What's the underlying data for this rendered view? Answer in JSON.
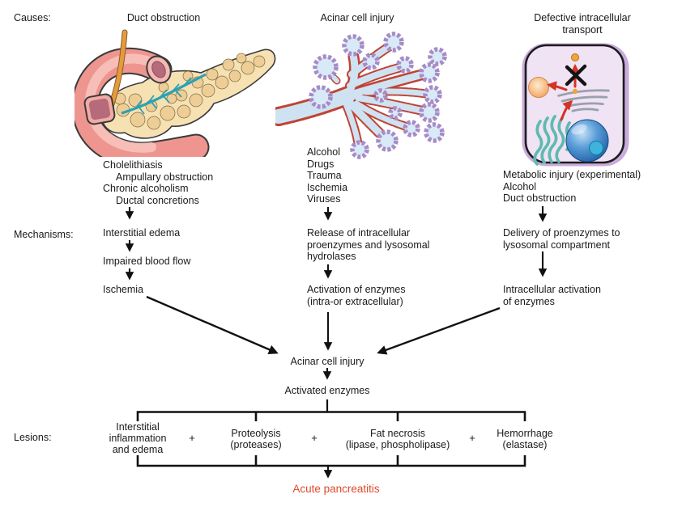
{
  "row_labels": {
    "causes": "Causes:",
    "mechanisms": "Mechanisms:",
    "lesions": "Lesions:"
  },
  "col1": {
    "heading": "Duct obstruction",
    "causes": [
      "Cholelithiasis",
      "Ampullary obstruction",
      "Chronic alcoholism",
      "Ductal concretions"
    ],
    "step1": "Interstitial edema",
    "step2": "Impaired blood flow",
    "step3": "Ischemia"
  },
  "col2": {
    "heading": "Acinar cell injury",
    "causes": [
      "Alcohol",
      "Drugs",
      "Trauma",
      "Ischemia",
      "Viruses"
    ],
    "step1_lines": [
      "Release of intracellular",
      "proenzymes and lysosomal",
      "hydrolases"
    ],
    "step2_lines": [
      "Activation of enzymes",
      "(intra-or extracellular)"
    ]
  },
  "col3": {
    "heading_lines": [
      "Defective intracellular",
      "transport"
    ],
    "causes": [
      "Metabolic injury (experimental)",
      "Alcohol",
      "Duct obstruction"
    ],
    "step1_lines": [
      "Delivery of proenzymes to",
      "lysosomal compartment"
    ],
    "step2_lines": [
      "Intracellular activation",
      "of enzymes"
    ]
  },
  "center": {
    "node1": "Acinar cell injury",
    "node2": "Activated enzymes"
  },
  "lesions": {
    "plus": "+",
    "items": [
      {
        "lines": [
          "Interstitial",
          "inflammation",
          "and edema"
        ]
      },
      {
        "lines": [
          "Proteolysis",
          "(proteases)"
        ]
      },
      {
        "lines": [
          "Fat necrosis",
          "(lipase, phospholipase)"
        ]
      },
      {
        "lines": [
          "Hemorrhage",
          "(elastase)"
        ]
      }
    ]
  },
  "outcome": {
    "text": "Acute pancreatitis",
    "color": "#dd4c2b"
  },
  "icons": {
    "pancreas": "pancreas-duodenum-ducts-illustration",
    "acinar": "acinar-gland-illustration",
    "cell": "blocked-intracellular-transport-illustration"
  },
  "colors": {
    "text": "#1a1a1a",
    "connector": "#111111",
    "outcome_text": "#dd4c2b"
  }
}
